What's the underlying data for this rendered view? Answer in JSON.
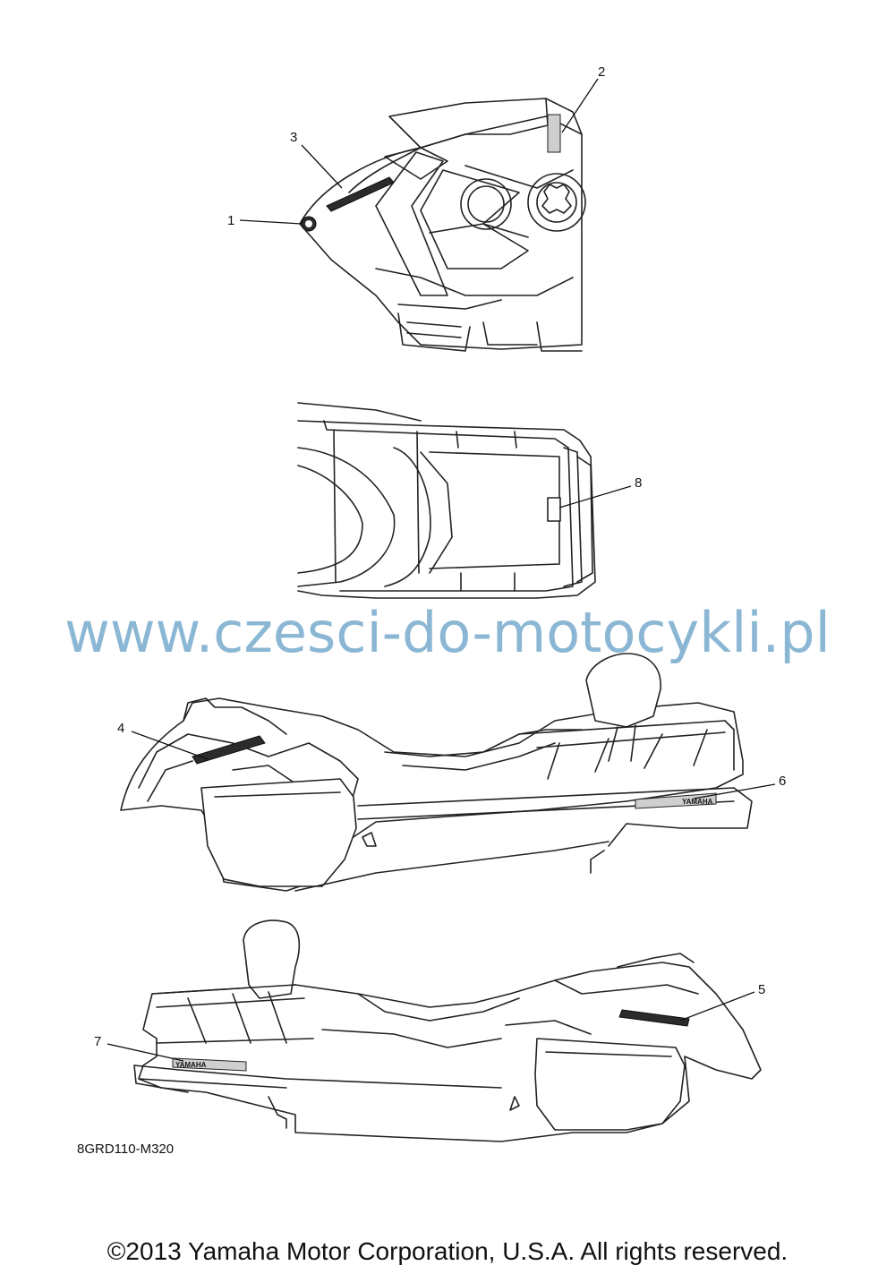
{
  "callouts": [
    "1",
    "2",
    "3",
    "4",
    "5",
    "6",
    "7",
    "8"
  ],
  "part_code": "8GRD110-M320",
  "watermark": "www.czesci-do-motocykli.pl",
  "copyright": "©2013 Yamaha Motor Corporation, U.S.A. All rights reserved.",
  "decal_text": {
    "brand": "YAMAHA"
  }
}
